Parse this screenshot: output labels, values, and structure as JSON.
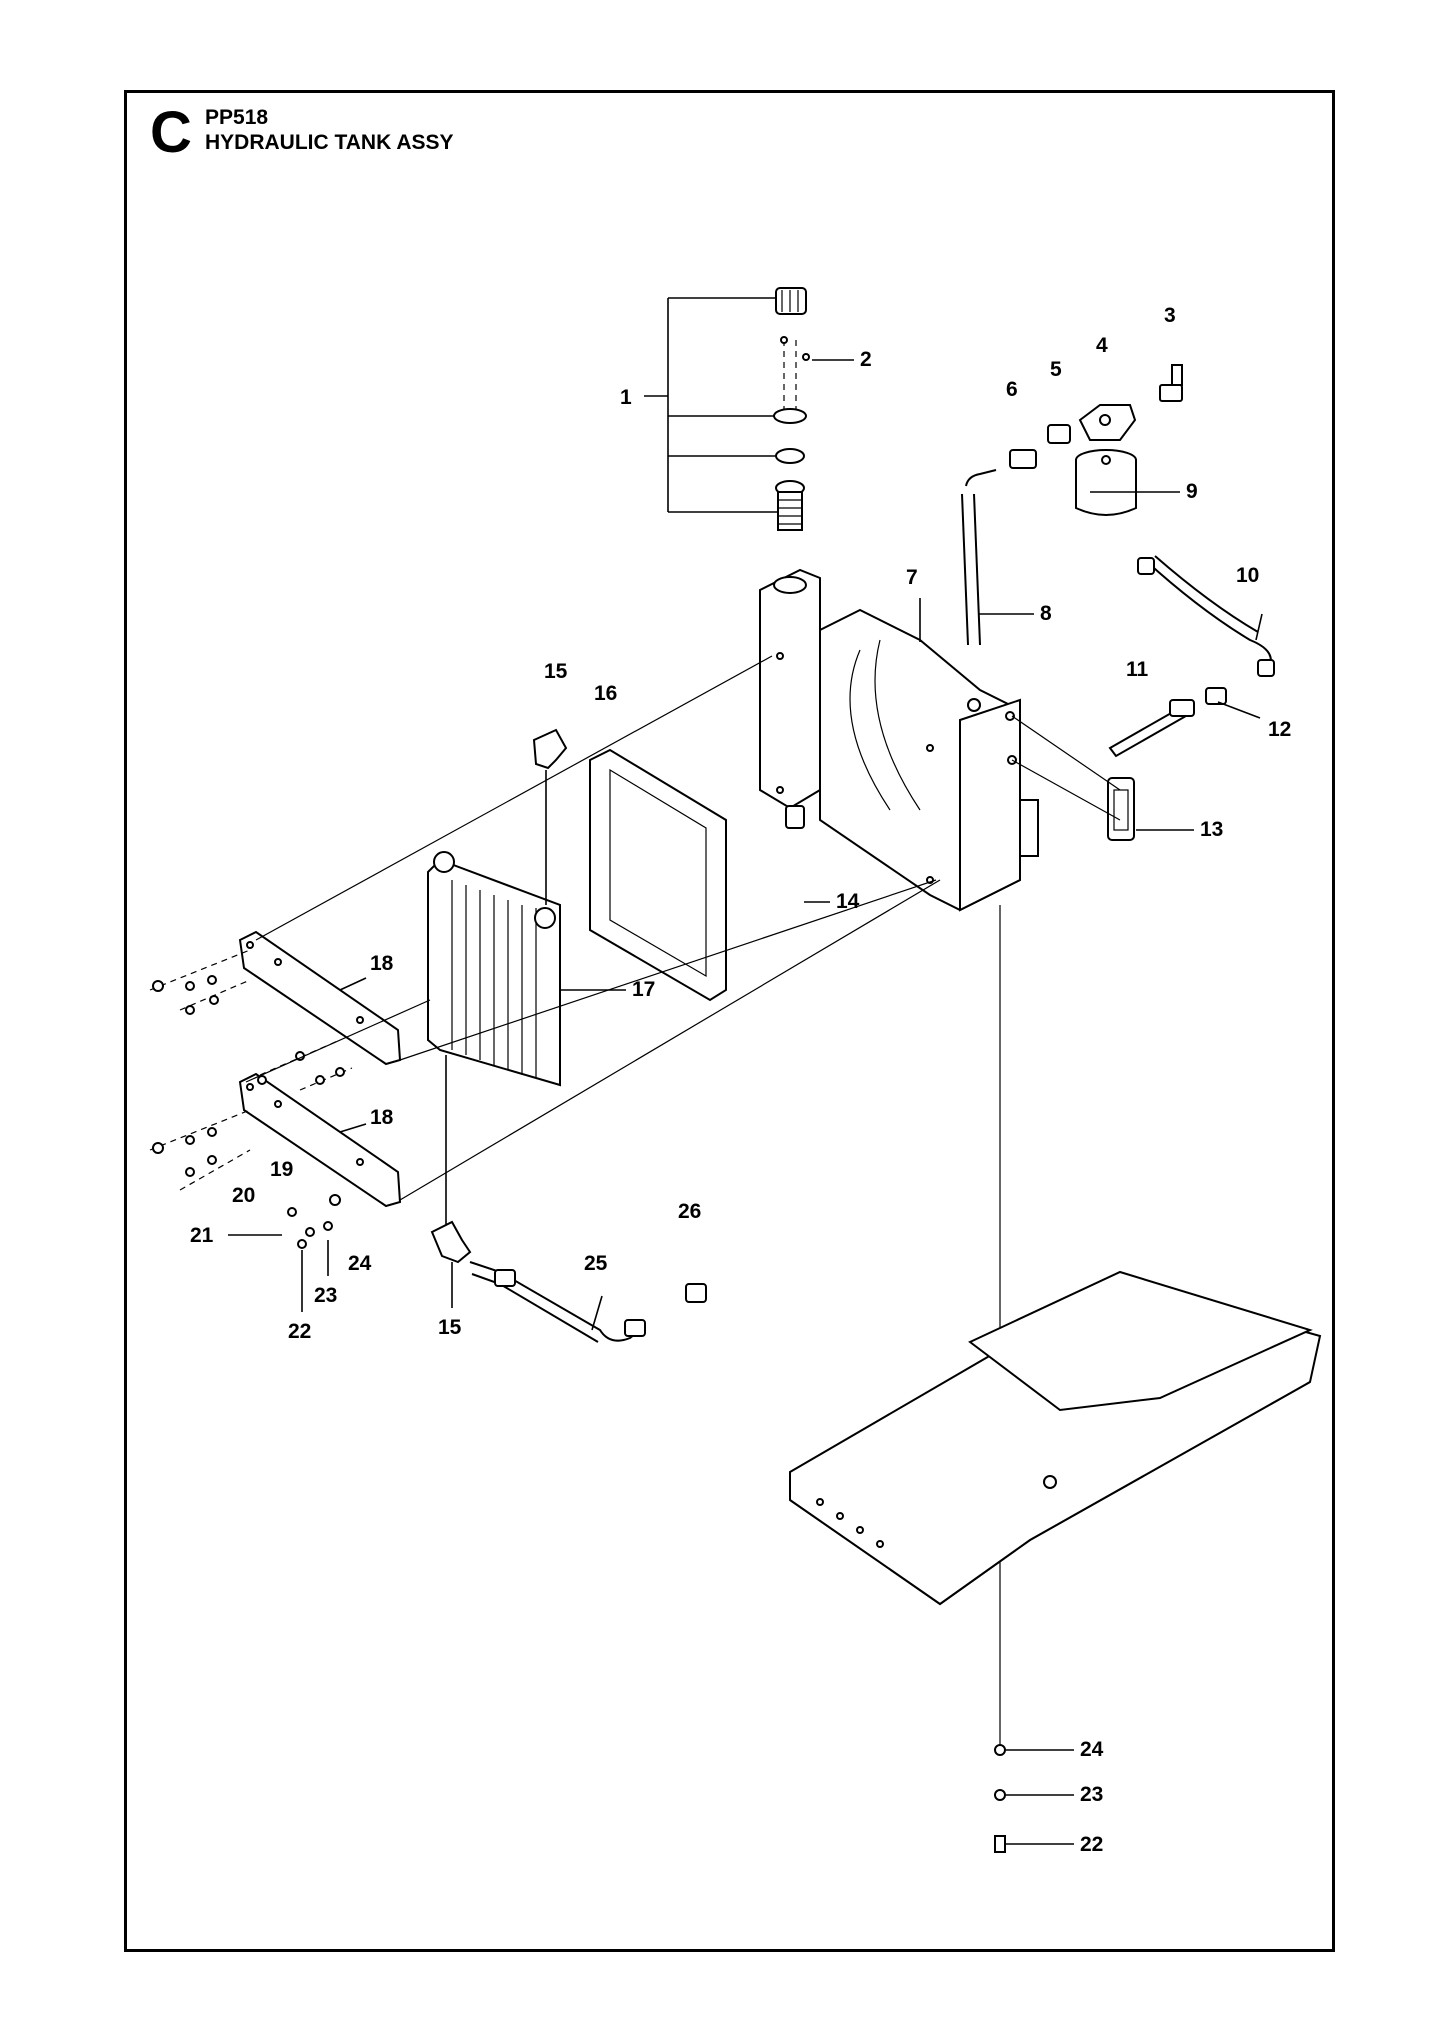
{
  "header": {
    "section_letter": "C",
    "model_code": "PP518",
    "assembly_title": "HYDRAULIC TANK ASSY"
  },
  "callouts": [
    {
      "id": "c1",
      "text": "1"
    },
    {
      "id": "c2",
      "text": "2"
    },
    {
      "id": "c3",
      "text": "3"
    },
    {
      "id": "c4",
      "text": "4"
    },
    {
      "id": "c5",
      "text": "5"
    },
    {
      "id": "c6",
      "text": "6"
    },
    {
      "id": "c7",
      "text": "7"
    },
    {
      "id": "c8",
      "text": "8"
    },
    {
      "id": "c9",
      "text": "9"
    },
    {
      "id": "c10",
      "text": "10"
    },
    {
      "id": "c11",
      "text": "11"
    },
    {
      "id": "c12",
      "text": "12"
    },
    {
      "id": "c13",
      "text": "13"
    },
    {
      "id": "c14",
      "text": "14"
    },
    {
      "id": "c15a",
      "text": "15"
    },
    {
      "id": "c16",
      "text": "16"
    },
    {
      "id": "c17",
      "text": "17"
    },
    {
      "id": "c18a",
      "text": "18"
    },
    {
      "id": "c18b",
      "text": "18"
    },
    {
      "id": "c19",
      "text": "19"
    },
    {
      "id": "c20",
      "text": "20"
    },
    {
      "id": "c21",
      "text": "21"
    },
    {
      "id": "c22a",
      "text": "22"
    },
    {
      "id": "c23a",
      "text": "23"
    },
    {
      "id": "c24a",
      "text": "24"
    },
    {
      "id": "c15b",
      "text": "15"
    },
    {
      "id": "c25",
      "text": "25"
    },
    {
      "id": "c26",
      "text": "26"
    },
    {
      "id": "c24b",
      "text": "24"
    },
    {
      "id": "c23b",
      "text": "23"
    },
    {
      "id": "c22b",
      "text": "22"
    }
  ]
}
